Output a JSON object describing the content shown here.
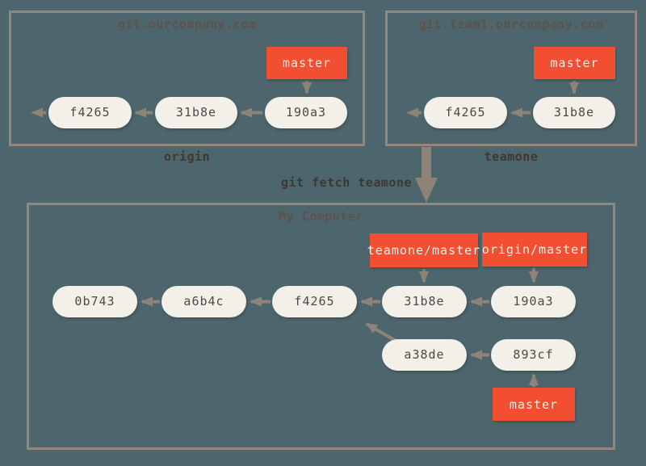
{
  "colors": {
    "background": "#4d666e",
    "box_border": "#92877a",
    "node_fill": "#f2f0e9",
    "node_text": "#4c4a45",
    "branch_fill": "#f14e32",
    "branch_text": "#f6f0e7",
    "arrow": "#8d8376",
    "title_text": "#5c544a",
    "label_text": "#3e382f"
  },
  "remotes": {
    "origin": {
      "host": "git.ourcompany.com",
      "name": "origin",
      "branch_label": "master",
      "commits": [
        "f4265",
        "31b8e",
        "190a3"
      ]
    },
    "teamone": {
      "host": "git.team1.ourcompany.com",
      "name": "teamone",
      "branch_label": "master",
      "commits": [
        "f4265",
        "31b8e"
      ]
    }
  },
  "command_label": "git fetch teamone",
  "local": {
    "title": "My Computer",
    "remote_tracking_labels": [
      "teamone/master",
      "origin/master"
    ],
    "branch_label": "master",
    "mainline_commits": [
      "0b743",
      "a6b4c",
      "f4265",
      "31b8e",
      "190a3"
    ],
    "side_commits": [
      "a38de",
      "893cf"
    ]
  }
}
